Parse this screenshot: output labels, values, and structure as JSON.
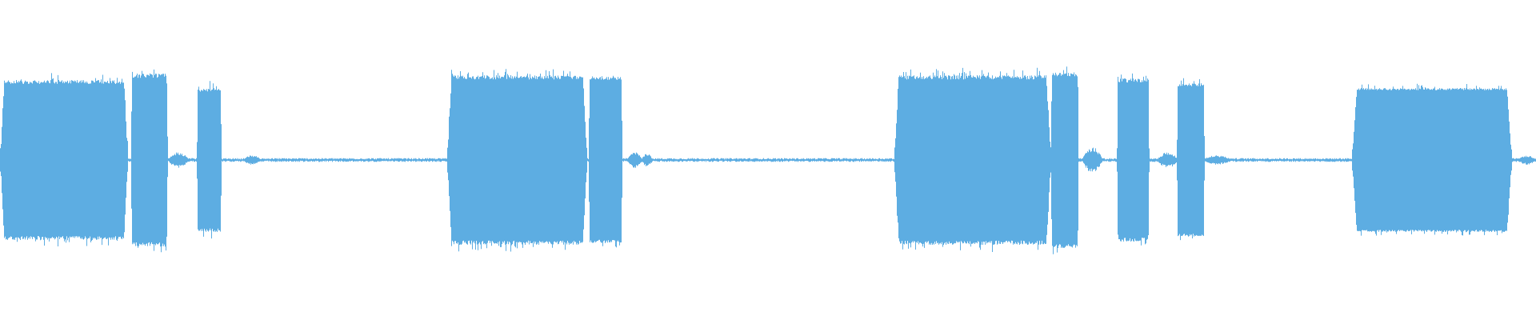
{
  "waveform": {
    "color": "#5dade2",
    "background": "#ffffff",
    "segments": [
      {
        "start": 0.0,
        "end": 0.083,
        "amplitude": 0.5,
        "flutter": 0.05
      },
      {
        "start": 0.085,
        "end": 0.109,
        "amplitude": 0.54,
        "flutter": 0.05
      },
      {
        "start": 0.128,
        "end": 0.144,
        "amplitude": 0.45,
        "flutter": 0.05
      },
      {
        "start": 0.291,
        "end": 0.382,
        "amplitude": 0.53,
        "flutter": 0.05
      },
      {
        "start": 0.383,
        "end": 0.405,
        "amplitude": 0.52,
        "flutter": 0.04
      },
      {
        "start": 0.582,
        "end": 0.684,
        "amplitude": 0.53,
        "flutter": 0.05
      },
      {
        "start": 0.684,
        "end": 0.702,
        "amplitude": 0.55,
        "flutter": 0.05
      },
      {
        "start": 0.727,
        "end": 0.748,
        "amplitude": 0.51,
        "flutter": 0.05
      },
      {
        "start": 0.766,
        "end": 0.784,
        "amplitude": 0.48,
        "flutter": 0.04
      },
      {
        "start": 0.88,
        "end": 0.984,
        "amplitude": 0.45,
        "flutter": 0.03
      }
    ],
    "blips": [
      {
        "center": 0.116,
        "width": 0.014,
        "amplitude": 0.05
      },
      {
        "center": 0.164,
        "width": 0.012,
        "amplitude": 0.03
      },
      {
        "center": 0.413,
        "width": 0.01,
        "amplitude": 0.05
      },
      {
        "center": 0.421,
        "width": 0.008,
        "amplitude": 0.04
      },
      {
        "center": 0.711,
        "width": 0.014,
        "amplitude": 0.08
      },
      {
        "center": 0.76,
        "width": 0.014,
        "amplitude": 0.05
      },
      {
        "center": 0.792,
        "width": 0.02,
        "amplitude": 0.03
      },
      {
        "center": 0.994,
        "width": 0.012,
        "amplitude": 0.03
      }
    ],
    "noise_floor": 0.008
  }
}
